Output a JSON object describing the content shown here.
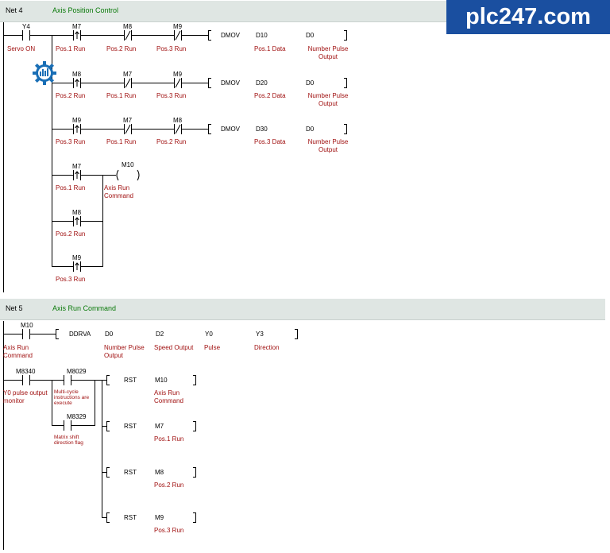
{
  "brand": {
    "label": "plc247.com",
    "color": "#1a4fa0"
  },
  "colors": {
    "comment": "#a01010",
    "net_comment": "#0a7a0a",
    "header_bg": "#dfe6e3"
  },
  "nets": [
    {
      "name": "Net 4",
      "comment": "Axis Position Control"
    },
    {
      "name": "Net 5",
      "comment": "Axis Run Command"
    }
  ],
  "net4": {
    "y4": {
      "addr": "Y4",
      "cmt": "Servo ON"
    },
    "r1": {
      "c1": {
        "addr": "M7",
        "cmt": "Pos.1 Run"
      },
      "c2": {
        "addr": "M8",
        "cmt": "Pos.2 Run"
      },
      "c3": {
        "addr": "M9",
        "cmt": "Pos.3 Run"
      },
      "op": "DMOV",
      "s1": "D10",
      "s1_cmt": "Pos.1 Data",
      "s2": "D0",
      "s2_cmt": "Number Pulse Output"
    },
    "r2": {
      "c1": {
        "addr": "M8",
        "cmt": "Pos.2 Run"
      },
      "c2": {
        "addr": "M7",
        "cmt": "Pos.1 Run"
      },
      "c3": {
        "addr": "M9",
        "cmt": "Pos.3 Run"
      },
      "op": "DMOV",
      "s1": "D20",
      "s1_cmt": "Pos.2 Data",
      "s2": "D0",
      "s2_cmt": "Number Pulse Output"
    },
    "r3": {
      "c1": {
        "addr": "M9",
        "cmt": "Pos.3 Run"
      },
      "c2": {
        "addr": "M7",
        "cmt": "Pos.1 Run"
      },
      "c3": {
        "addr": "M8",
        "cmt": "Pos.2 Run"
      },
      "op": "DMOV",
      "s1": "D30",
      "s1_cmt": "Pos.3 Data",
      "s2": "D0",
      "s2_cmt": "Number Pulse Output"
    },
    "r4": {
      "c1": {
        "addr": "M7",
        "cmt": "Pos.1 Run"
      },
      "coil": {
        "addr": "M10",
        "cmt": "Axis Run Command"
      }
    },
    "r5": {
      "c1": {
        "addr": "M8",
        "cmt": "Pos.2 Run"
      }
    },
    "r6": {
      "c1": {
        "addr": "M9",
        "cmt": "Pos.3 Run"
      }
    }
  },
  "net5": {
    "m10": {
      "addr": "M10",
      "cmt": "Axis Run Command"
    },
    "ddrva": {
      "op": "DDRVA",
      "s1": "D0",
      "s1_cmt": "Number Pulse Output",
      "s2": "D2",
      "s2_cmt": "Speed Output",
      "s3": "Y0",
      "s3_cmt": "Pulse",
      "s4": "Y3",
      "s4_cmt": "Direction"
    },
    "m8340": {
      "addr": "M8340",
      "cmt": "Y0 pulse output monitor"
    },
    "m8029": {
      "addr": "M8029",
      "cmt": "Multi-cycle instructions are execute"
    },
    "m8329": {
      "addr": "M8329",
      "cmt": "Matrix shift direction flag"
    },
    "rst1": {
      "op": "RST",
      "addr": "M10",
      "cmt": "Axis Run Command"
    },
    "rst2": {
      "op": "RST",
      "addr": "M7",
      "cmt": "Pos.1 Run"
    },
    "rst3": {
      "op": "RST",
      "addr": "M8",
      "cmt": "Pos.2 Run"
    },
    "rst4": {
      "op": "RST",
      "addr": "M9",
      "cmt": "Pos.3 Run"
    }
  }
}
